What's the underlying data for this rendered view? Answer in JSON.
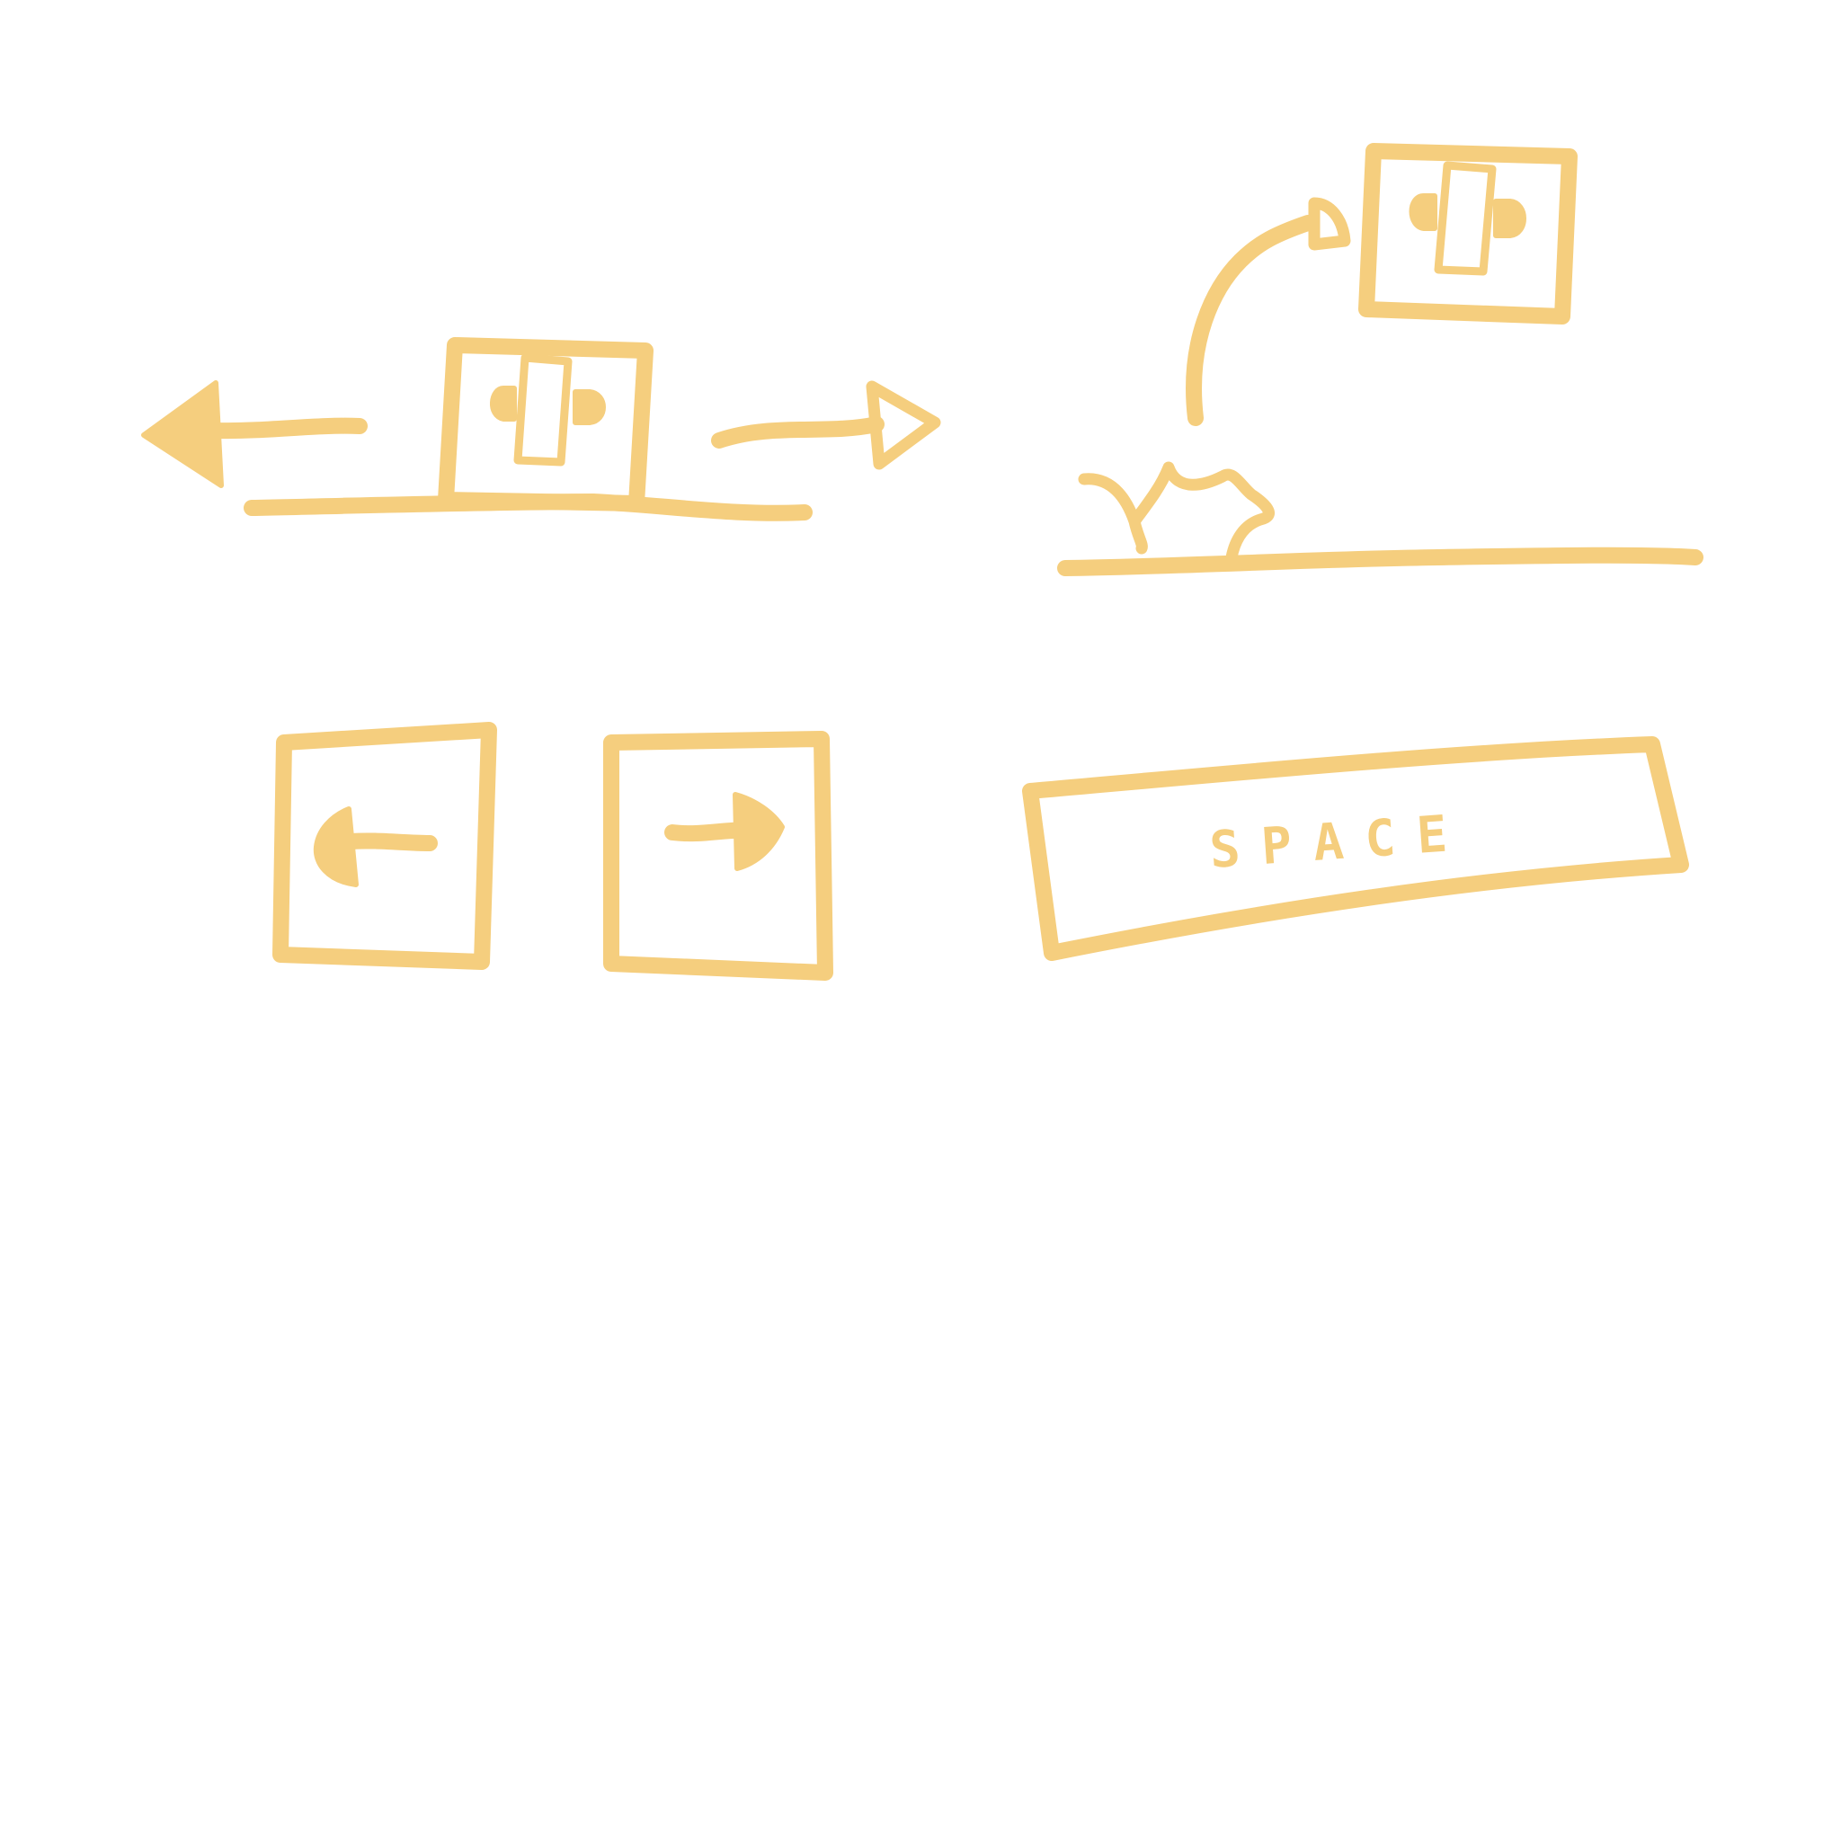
{
  "colors": {
    "ink": "#f5ce7e",
    "background": "#ffffff"
  },
  "icons": {
    "player_left_right": "player-block-icon",
    "player_jump": "player-block-icon",
    "move_left_arrow": "arrow-left-icon",
    "move_right_arrow": "arrow-right-icon",
    "jump_arc_arrow": "curved-arrow-icon",
    "jump_dust": "dust-puff-icon",
    "left_key_arrow": "arrow-left-icon",
    "right_key_arrow": "arrow-right-icon"
  },
  "keys": {
    "left": "left-arrow-key",
    "right": "right-arrow-key",
    "space": "SPACE"
  }
}
